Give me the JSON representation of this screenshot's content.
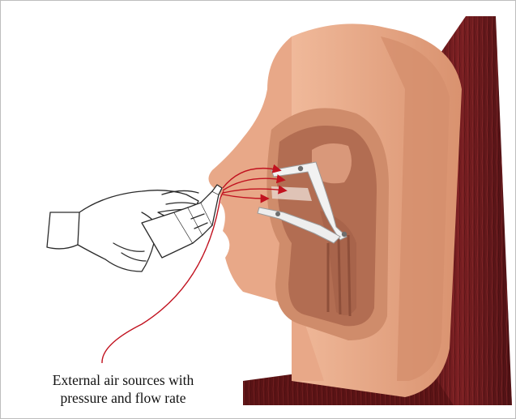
{
  "figure": {
    "caption_lines": [
      "External air sources with",
      "pressure and flow rate"
    ]
  },
  "colors": {
    "background": "#ffffff",
    "skin": "#e6a889",
    "skin_shadow": "#c67e5f",
    "cavity": "#b8755a",
    "wood": "#6b1a1c",
    "wood_light": "#8a2a2a",
    "arrow_red": "#c1121f",
    "glove_line": "#2a2a2a",
    "bracket": "#f2f2f2"
  },
  "icons": {
    "hand": "gloved-hand-with-spray-bottle",
    "arrows": "airflow-arrows"
  }
}
